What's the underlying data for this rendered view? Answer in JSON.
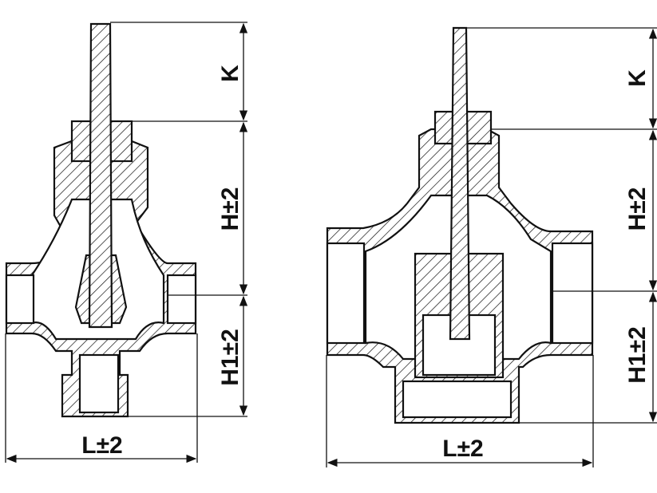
{
  "drawings": [
    {
      "name": "two-way-valve",
      "labels": {
        "k": "K",
        "h": "H±2",
        "h1": "H1±2",
        "l": "L±2"
      }
    },
    {
      "name": "three-way-valve",
      "labels": {
        "k": "K",
        "h": "H±2",
        "h1": "H1±2",
        "l": "L±2"
      }
    }
  ],
  "colors": {
    "line": "#111111",
    "background": "#ffffff"
  }
}
